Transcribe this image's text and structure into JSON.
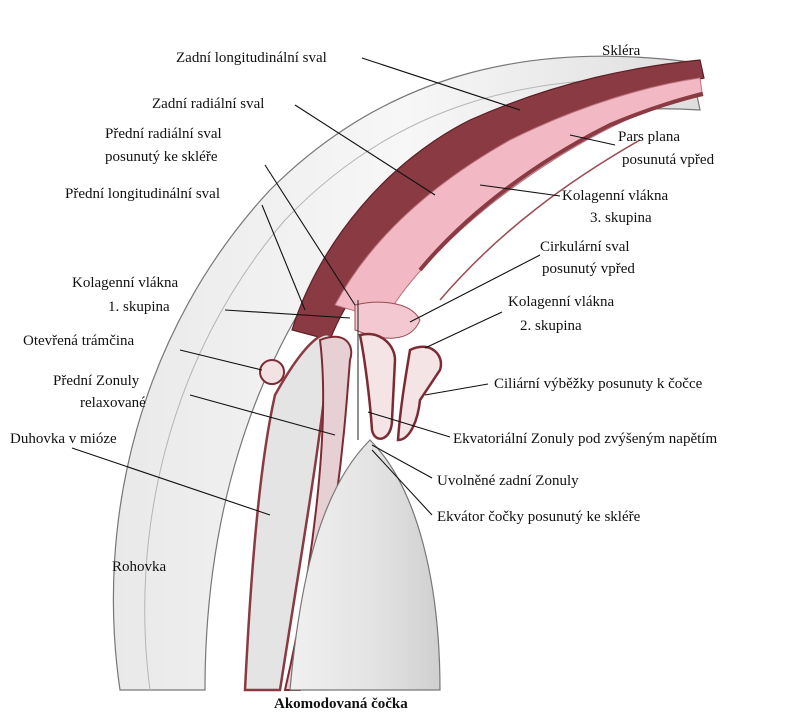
{
  "diagram": {
    "caption": "Akomodovaná čočka",
    "labels": {
      "sklera": "Skléra",
      "zadni_longitudinalni_sval": "Zadní longitudinální sval",
      "zadni_radialni_sval": "Zadní radiální sval",
      "predni_radialni_sval_1": "Přední radiální sval",
      "predni_radialni_sval_2": "posunutý ke skléře",
      "predni_longitudinalni_sval": "Přední longitudinální sval",
      "pars_plana_1": "Pars plana",
      "pars_plana_2": "posunutá vpřed",
      "kolagenni_3_1": "Kolagenní vlákna",
      "kolagenni_3_2": "3. skupina",
      "cirkularni_sval_1": "Cirkulární sval",
      "cirkularni_sval_2": "posunutý vpřed",
      "kolagenni_1_1": "Kolagenní vlákna",
      "kolagenni_1_2": "1. skupina",
      "kolagenni_2_1": "Kolagenní vlákna",
      "kolagenni_2_2": "2. skupina",
      "otevrena_tramcina": "Otevřená trámčina",
      "predni_zonuly_1": "Přední Zonuly",
      "predni_zonuly_2": "relaxované",
      "ciliarni_vybezky": "Ciliární výběžky posunuty k čočce",
      "duhovka": "Duhovka v mióze",
      "ekvatorialni_zonuly": "Ekvatoriální Zonuly pod zvýšeným napětím",
      "uvolnene_zadni_zonuly": "Uvolněné zadní Zonuly",
      "ekvator_cocky": "Ekvátor čočky posunutý ke skléře",
      "rohovka": "Rohovka"
    }
  }
}
